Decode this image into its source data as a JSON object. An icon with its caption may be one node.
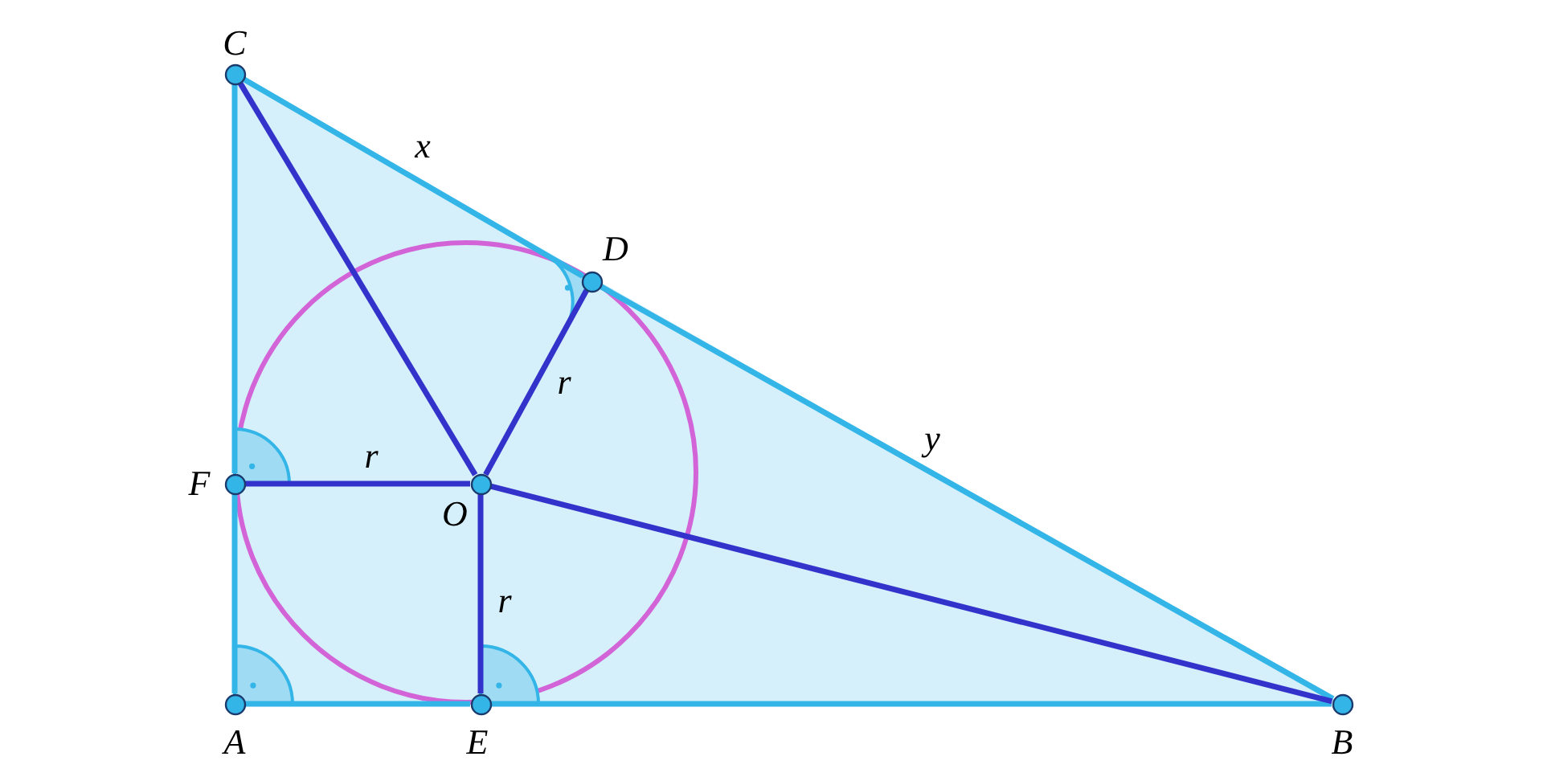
{
  "diagram": {
    "nodes": [
      {
        "text": [
          "C"
        ]
      },
      {
        "text": [
          "D"
        ]
      },
      {
        "text": [
          "F"
        ]
      },
      {
        "text": [
          "O"
        ]
      },
      {
        "text": [
          "A"
        ]
      },
      {
        "text": [
          "E"
        ]
      },
      {
        "text": [
          "B"
        ]
      }
    ],
    "edges": [
      {
        "from": 4,
        "to": 2,
        "arrow": "none"
      },
      {
        "from": 2,
        "to": 0,
        "arrow": "none"
      },
      {
        "from": 0,
        "to": 1,
        "arrow": "none",
        "label": "x"
      },
      {
        "from": 1,
        "to": 6,
        "arrow": "none",
        "label": "y"
      },
      {
        "from": 6,
        "to": 5,
        "arrow": "none"
      },
      {
        "from": 5,
        "to": 4,
        "arrow": "none"
      },
      {
        "from": 0,
        "to": 3,
        "arrow": "none",
        "color": "#3333cc"
      },
      {
        "from": 3,
        "to": 1,
        "arrow": "none",
        "label": "r",
        "color": "#3333cc"
      },
      {
        "from": 2,
        "to": 3,
        "arrow": "none",
        "label": "r",
        "color": "#3333cc"
      },
      {
        "from": 3,
        "to": 5,
        "arrow": "none",
        "label": "r",
        "color": "#3333cc"
      },
      {
        "from": 3,
        "to": 6,
        "arrow": "none",
        "color": "#3333cc"
      }
    ]
  }
}
